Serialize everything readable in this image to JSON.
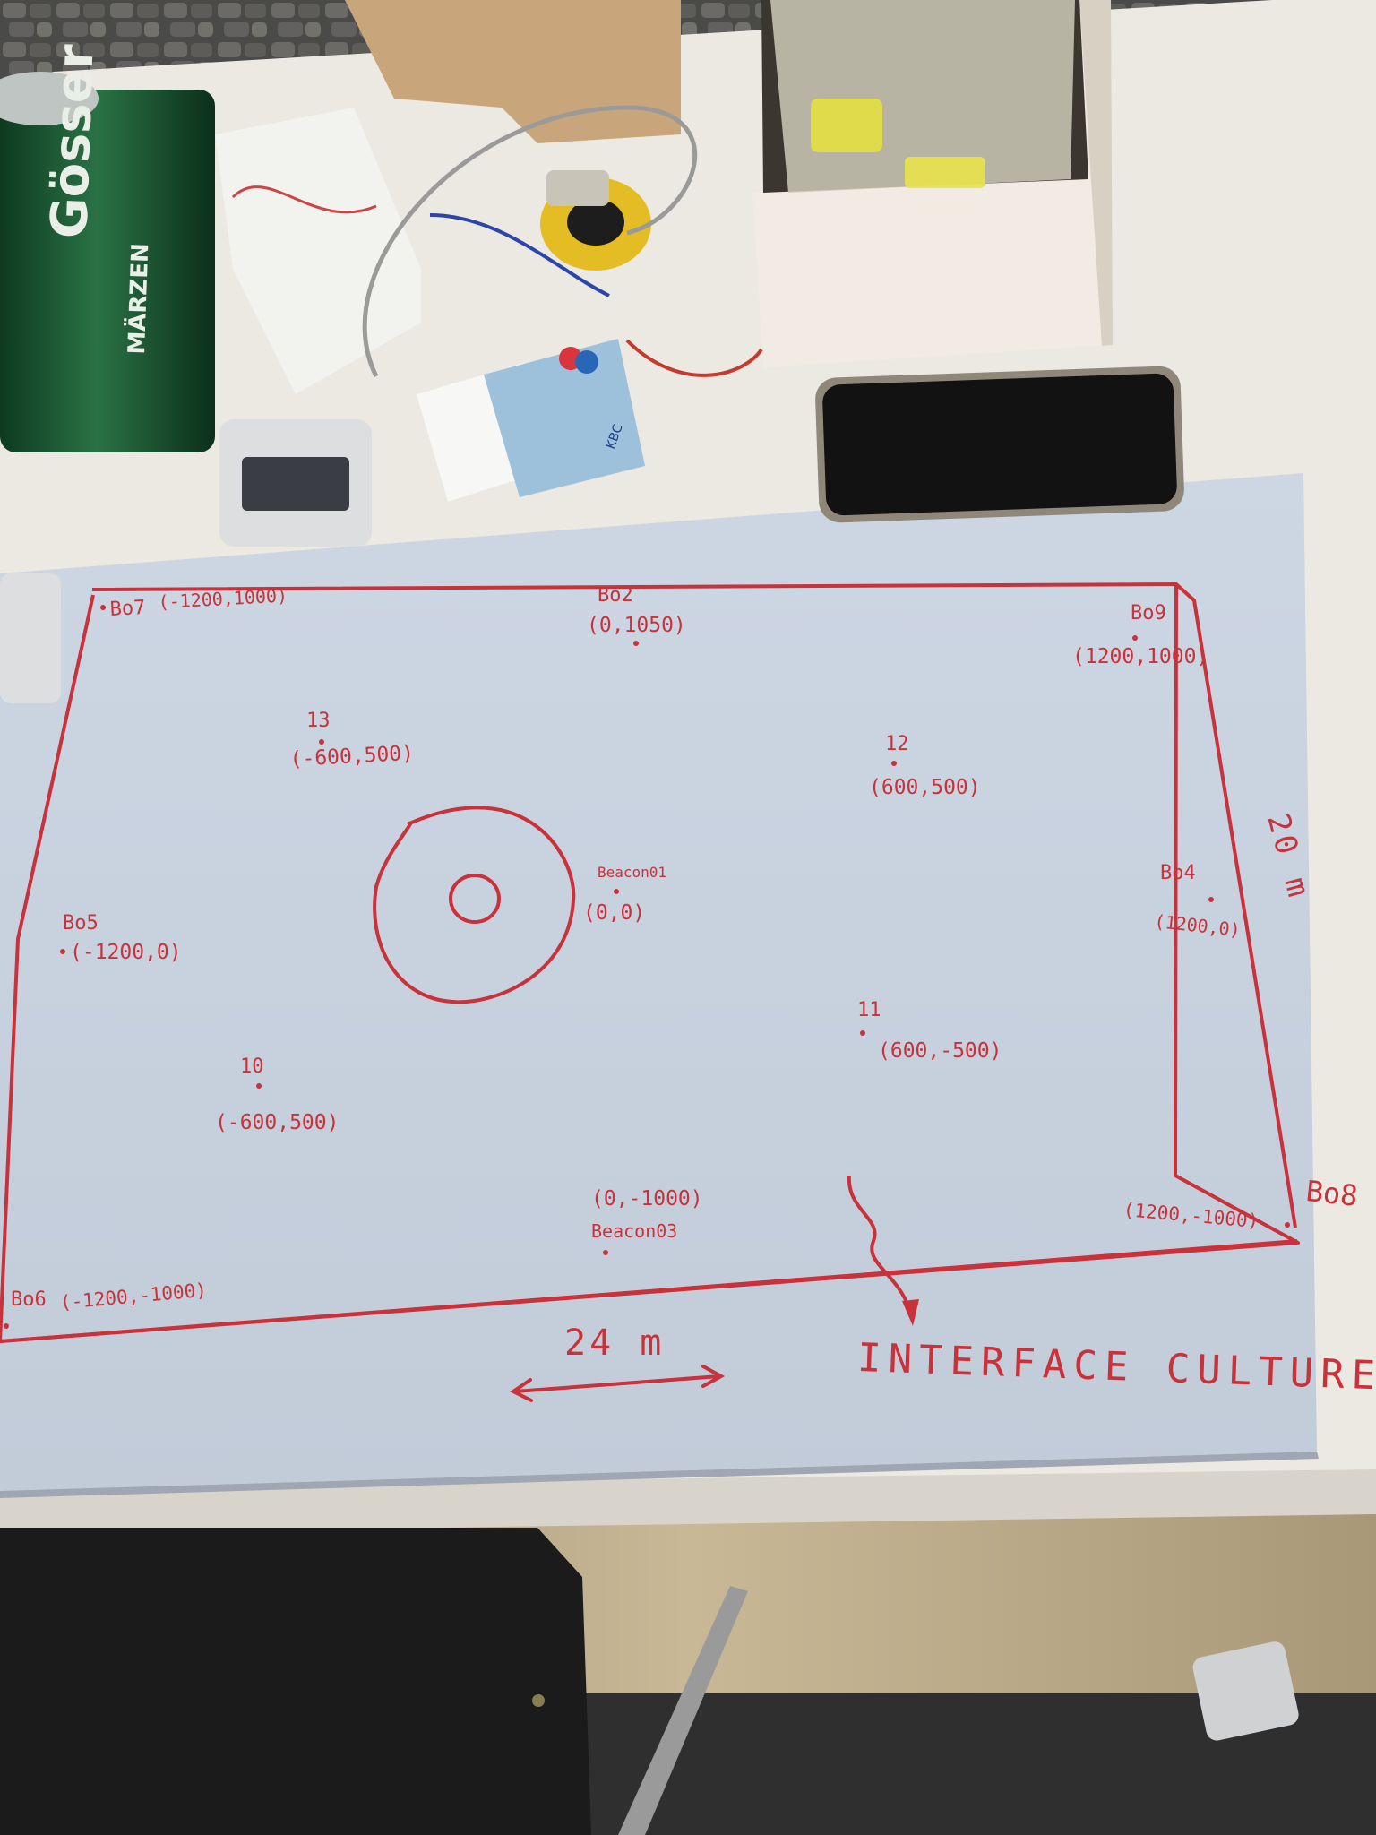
{
  "poster": {
    "beacons": [
      {
        "name": "Bo7",
        "coords": "(-1200,1000)"
      },
      {
        "name": "Bo2",
        "coords": "(0,1050)"
      },
      {
        "name": "Bo9",
        "coords": "(1200,1000)"
      },
      {
        "name": "13",
        "coords": "(-600,500)"
      },
      {
        "name": "12",
        "coords": "(600,500)"
      },
      {
        "name": "Beacon01",
        "coords": "(0,0)"
      },
      {
        "name": "Bo5",
        "coords": "(-1200,0)"
      },
      {
        "name": "Bo4",
        "coords": "(1200,0)"
      },
      {
        "name": "11",
        "coords": "(600,-500)"
      },
      {
        "name": "10",
        "coords": "(-600,500)"
      },
      {
        "name": "Beacon03",
        "coords": "(0,-1000)"
      },
      {
        "name": "Bo6",
        "coords": "(-1200,-1000)"
      },
      {
        "name": "Bo8",
        "coords": "(1200,-1000)"
      }
    ],
    "width_label": "24 m",
    "height_label": "20 m",
    "title": "INTERFACE CULTURES"
  },
  "desk": {
    "can_brand": "Gösser",
    "can_sub": "MÄRZEN",
    "card_brand": "KBC"
  },
  "colors": {
    "marker": "#c9323a",
    "paper": "#c9d3e1",
    "table": "#ece9e2",
    "floor": "#3a3a3a",
    "can": "#1f5a35"
  }
}
